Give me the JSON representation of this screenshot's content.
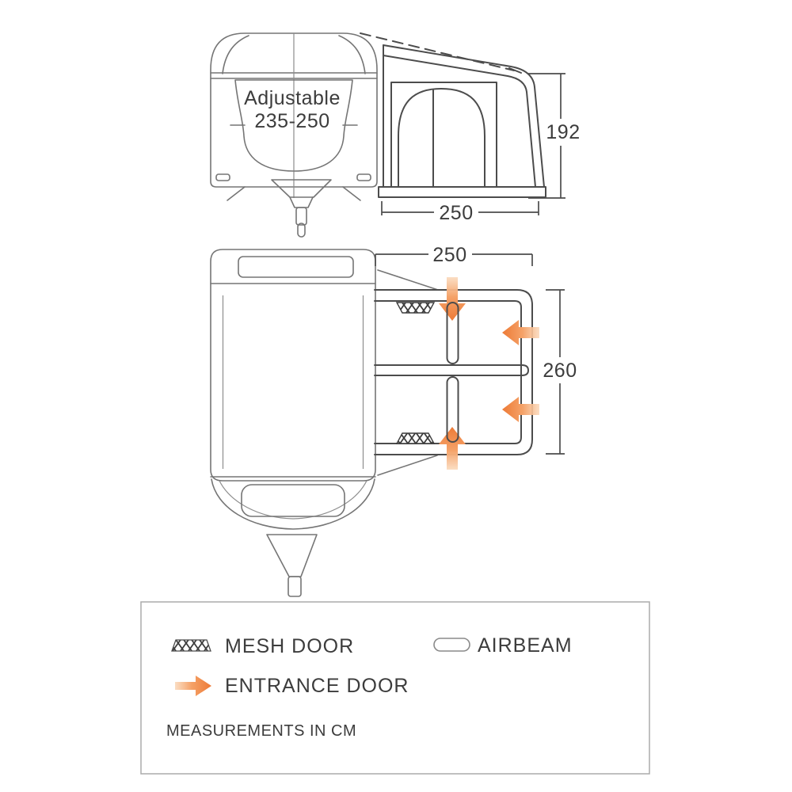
{
  "side_view": {
    "caravan_label_line1": "Adjustable",
    "caravan_label_line2": "235-250",
    "height_cm": "192",
    "width_cm": "250"
  },
  "plan_view": {
    "width_cm": "250",
    "depth_cm": "260"
  },
  "legend": {
    "items": [
      {
        "icon": "mesh-door-icon",
        "label": "MESH DOOR"
      },
      {
        "icon": "airbeam-icon",
        "label": "AIRBEAM"
      },
      {
        "icon": "entrance-door-arrow-icon",
        "label": "ENTRANCE DOOR"
      }
    ],
    "note": "MEASUREMENTS IN CM"
  },
  "colors": {
    "diagram_line": "#4c4c4c",
    "caravan_line": "#757575",
    "entrance_orange": "#ed7a36",
    "entrance_orange_light": "#fad7b8",
    "text": "#3c3c3c"
  }
}
